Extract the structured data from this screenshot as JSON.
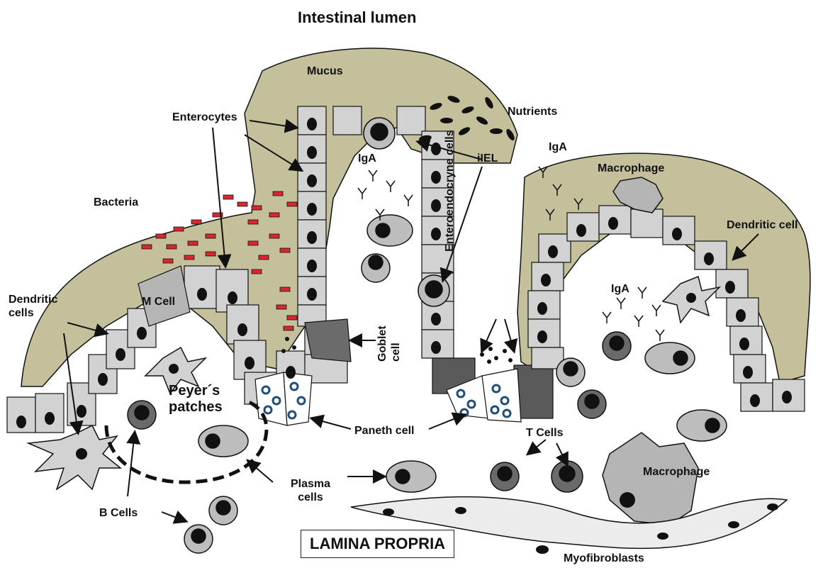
{
  "title": "Intestinal lumen",
  "labels": {
    "mucus": "Mucus",
    "nutrients": "Nutrients",
    "enterocytes": "Enterocytes",
    "iga_1": "IgA",
    "iga_2": "IgA",
    "iga_3": "IgA",
    "iel": "iIEL",
    "macrophage_top": "Macrophage",
    "bacteria": "Bacteria",
    "dendritic_cell": "Dendritic cell",
    "dendritic_cells": "Dendritic cells",
    "m_cell": "M Cell",
    "enteroendocrine": "Enteroendocryne cells",
    "goblet": "Goblet cell",
    "peyers": "Peyer´s patches",
    "paneth": "Paneth cell",
    "t_cells": "T Cells",
    "plasma": "Plasma cells",
    "macrophage_bottom": "Macrophage",
    "b_cells": "B Cells",
    "lamina_propria": "LAMINA PROPRIA",
    "myofibroblasts": "Myofibroblasts"
  },
  "colors": {
    "mucus": "#c4c09c",
    "cell_fill": "#d2d2d2",
    "nucleus": "#111111",
    "bacteria": "#d9272e",
    "paneth_granule": "#1f4e79",
    "dark_cell": "#555555",
    "outline": "#111111"
  }
}
